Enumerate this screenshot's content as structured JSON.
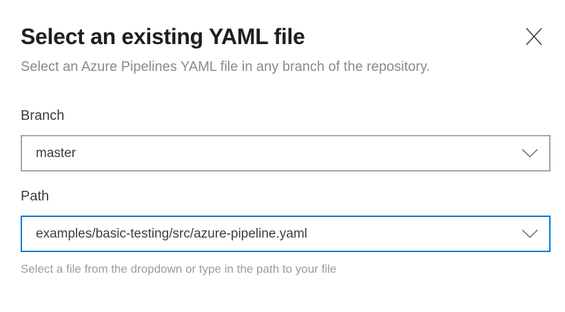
{
  "dialog": {
    "title": "Select an existing YAML file",
    "subtitle": "Select an Azure Pipelines YAML file in any branch of the repository.",
    "close_icon": "close-x",
    "fields": {
      "branch": {
        "label": "Branch",
        "value": "master",
        "chevron_icon": "chevron-down"
      },
      "path": {
        "label": "Path",
        "value": "examples/basic-testing/src/azure-pipeline.yaml",
        "chevron_icon": "chevron-down",
        "helper": "Select a file from the dropdown or type in the path to your file"
      }
    },
    "colors": {
      "accent_focus_border": "#0078d4",
      "default_border": "#a6a6a6",
      "title_text": "#1f1f1f",
      "muted_text": "#8a8a8a",
      "helper_text": "#9c9c9c"
    }
  }
}
